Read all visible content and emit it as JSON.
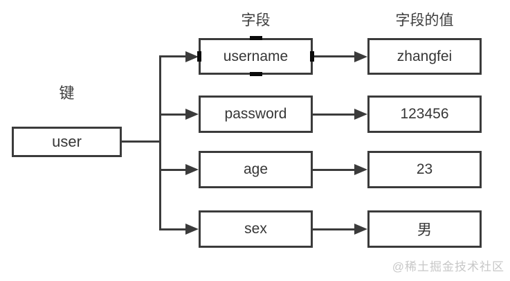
{
  "diagram": {
    "key_header": "键",
    "field_header": "字段",
    "value_header": "字段的值",
    "key_node": "user",
    "rows": [
      {
        "field": "username",
        "value": "zhangfei"
      },
      {
        "field": "password",
        "value": "123456"
      },
      {
        "field": "age",
        "value": "23"
      },
      {
        "field": "sex",
        "value": "男"
      }
    ],
    "watermark": "@稀土掘金技术社区",
    "colors": {
      "line": "#3b3b3b",
      "text": "#363636",
      "watermark": "#c8c8c8",
      "background": "#ffffff"
    }
  }
}
